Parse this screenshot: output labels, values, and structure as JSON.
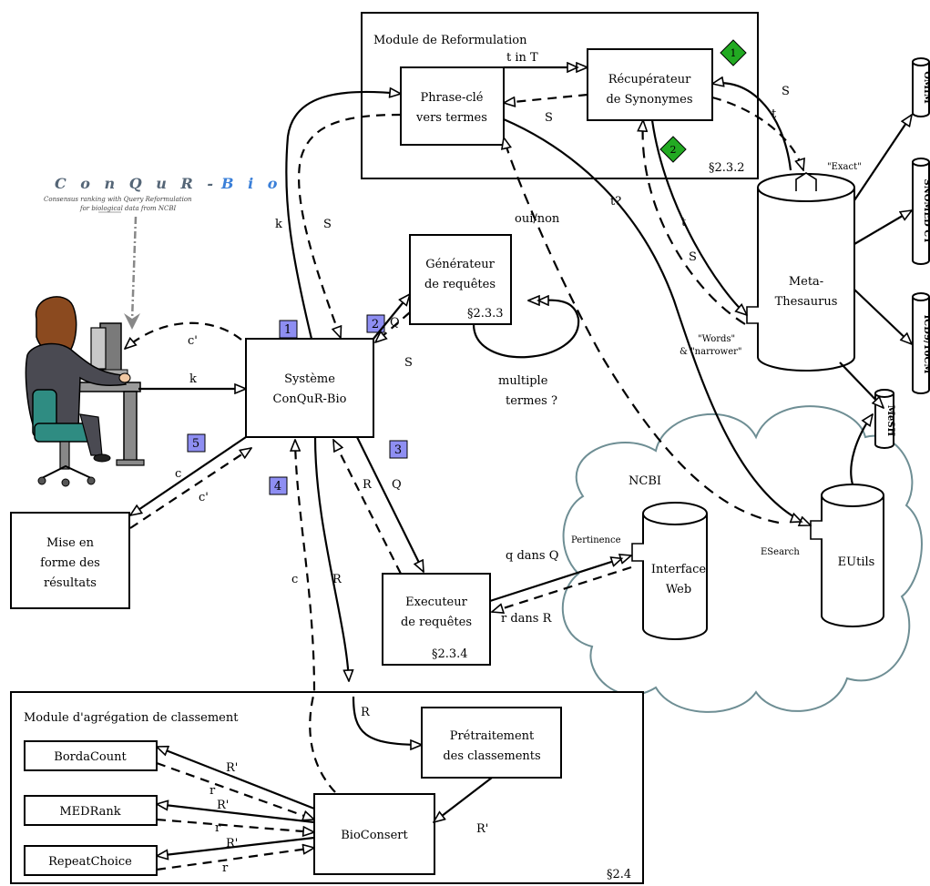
{
  "logo": {
    "title_a": "C o n Q u R -",
    "title_b": "B i o",
    "sub1": "Consensus ranking with Query Reformulation",
    "sub2": "for biological data from NCBI"
  },
  "modules": {
    "reformulation": {
      "title": "Module de Reformulation",
      "section": "§2.3.2"
    },
    "aggregation": {
      "title": "Module d'agrégation de classement",
      "section": "§2.4"
    }
  },
  "nodes": {
    "phrase_cle": {
      "line1": "Phrase-clé",
      "line2": "vers termes"
    },
    "recuperateur": {
      "line1": "Récupérateur",
      "line2": "de Synonymes"
    },
    "generateur": {
      "line1": "Générateur",
      "line2": "de requêtes",
      "section": "§2.3.3"
    },
    "systeme": {
      "line1": "Système",
      "line2": "ConQuR-Bio"
    },
    "mise_en_forme": {
      "line1": "Mise en",
      "line2": "forme des",
      "line3": "résultats"
    },
    "executeur": {
      "line1": "Executeur",
      "line2": "de requêtes",
      "section": "§2.3.4"
    },
    "pretraitement": {
      "line1": "Prétraitement",
      "line2": "des classements"
    },
    "bioconsert": {
      "label": "BioConsert"
    },
    "bordacount": {
      "label": "BordaCount"
    },
    "medrank": {
      "label": "MEDRank"
    },
    "repeatchoice": {
      "label": "RepeatChoice"
    },
    "metathesaurus": {
      "line1": "Meta-",
      "line2": "Thesaurus"
    },
    "interface_web": {
      "line1": "Interface",
      "line2": "Web"
    },
    "eutils": {
      "label": "EUtils"
    },
    "ncbi": {
      "label": "NCBI"
    }
  },
  "databases": [
    "OMIM",
    "SNOMED CT",
    "ICD9/10CM",
    "MeSH"
  ],
  "steps": [
    "1",
    "2",
    "3",
    "4",
    "5"
  ],
  "green_markers": [
    "1",
    "2"
  ],
  "ports": {
    "exact": "\"Exact\"",
    "words1": "\"Words\"",
    "words2": "& \"narrower\"",
    "pertinence": "Pertinence",
    "esearch": "ESearch"
  },
  "edge_labels": {
    "t_in_T": "t in T",
    "S_syn": "S",
    "S_meta": "S",
    "t_meta": "t",
    "k_left": "k",
    "S_left": "S",
    "oui_non": "oui/non",
    "t_q": "t?",
    "t_words": "t",
    "S_words": "S",
    "Q_gen": "Q",
    "S_gen": "S",
    "c_prime_user": "c'",
    "k_user": "k",
    "multiple1": "multiple",
    "multiple2": "termes ?",
    "c_mise": "c",
    "c_prime_mise": "c'",
    "R_exec": "R",
    "Q_exec": "Q",
    "c_down": "c",
    "R_down": "R",
    "q_dans_Q": "q dans Q",
    "r_dans_R": "r dans R",
    "R_agg": "R",
    "R_prime_bio": "R'",
    "R1": "R'",
    "r1": "r",
    "R2": "R'",
    "r2": "r",
    "R3": "R'",
    "r3": "r"
  },
  "colors": {
    "step_fill": "#8e8ef2",
    "green_marker": "#22aa22",
    "cloud_stroke": "#6e8e94",
    "logo_blue": "#3a7fd8",
    "logo_dark": "#556677"
  }
}
